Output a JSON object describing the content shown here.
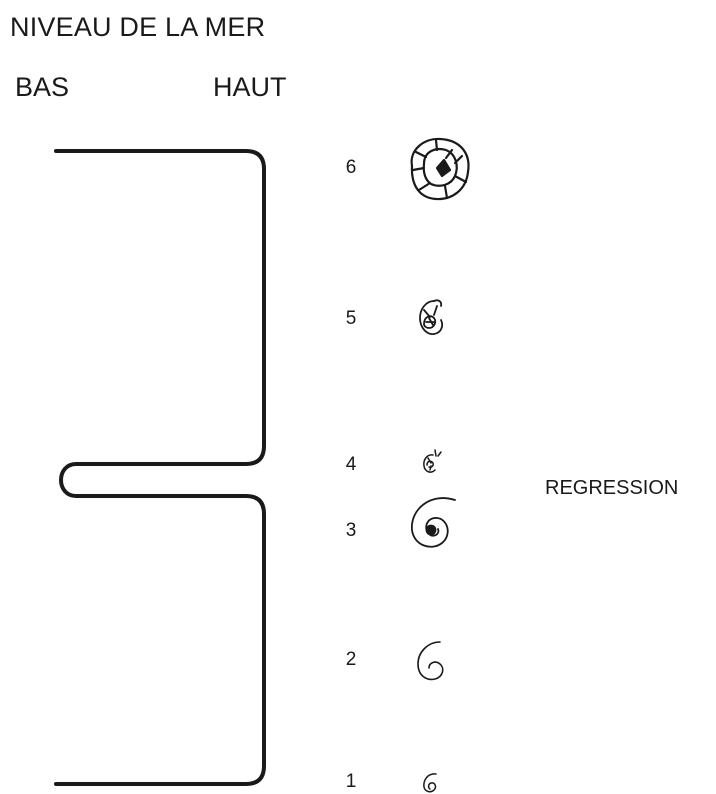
{
  "title": "NIVEAU DE LA MER",
  "axis": {
    "low_label": "BAS",
    "high_label": "HAUT"
  },
  "stages": [
    {
      "label": "6",
      "fossil": "chambered-coiled-shell-large"
    },
    {
      "label": "5",
      "fossil": "chambered-coiled-shell-medium"
    },
    {
      "label": "4",
      "fossil": "chambered-coiled-shell-small"
    },
    {
      "label": "3",
      "fossil": "spiral-shell-with-dark-center"
    },
    {
      "label": "2",
      "fossil": "simple-spiral-shell"
    },
    {
      "label": "1",
      "fossil": "tiny-spiral-shell"
    }
  ],
  "annotation": "REGRESSION",
  "colors": {
    "ink": "#1a1a1a",
    "background": "#ffffff"
  }
}
